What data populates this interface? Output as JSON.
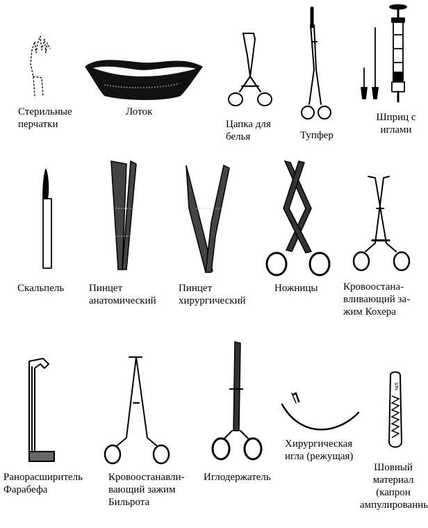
{
  "labels": {
    "gloves": "Стерильные\nперчатки",
    "tray": "Лоток",
    "towel_clamp": "Цапка для\nбелья",
    "tupfer": "Тупфер",
    "syringe": "Шприц с\nиглами",
    "scalpel": "Скальпель",
    "anatomical_forceps": "Пинцет\nанатомический",
    "surgical_forceps": "Пинцет\nхирургический",
    "scissors": "Ножницы",
    "kocher_clamp": "Кровоостана-\nвливающий за-\nжим Кохера",
    "retractor": "Ранорасширитель\nФарабефа",
    "billroth_clamp": "Кровоостанавли-\nвающий зажим\nБильрота",
    "needle_holder": "Иглодержатель",
    "surgical_needle": "Хирургическая\nигла (режущая)",
    "suture": "Шовный\nматериал\n(капрон\nампулированный)"
  },
  "ampoule_mark": "№5",
  "colors": {
    "ink": "#000000",
    "background": "#ffffff"
  }
}
